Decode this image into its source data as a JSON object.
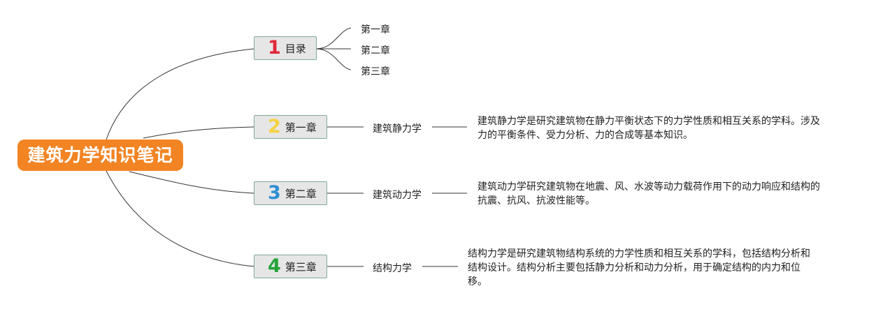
{
  "root": {
    "title": "建筑力学知识笔记",
    "color": "#f28424"
  },
  "branches": [
    {
      "number": "1",
      "number_color": "#e0283c",
      "label": "目录",
      "children": [
        "第一章",
        "第二章",
        "第三章"
      ]
    },
    {
      "number": "2",
      "number_color": "#f5d23f",
      "label": "第一章",
      "topic": "建筑静力学",
      "description": "建筑静力学是研究建筑物在静力平衡状态下的力学性质和相互关系的学科。涉及力的平衡条件、受力分析、力的合成等基本知识。"
    },
    {
      "number": "3",
      "number_color": "#2d8fd6",
      "label": "第二章",
      "topic": "建筑动力学",
      "description": "建筑动力学研究建筑物在地震、风、水波等动力载荷作用下的动力响应和结构的抗震、抗风、抗波性能等。"
    },
    {
      "number": "4",
      "number_color": "#25a33b",
      "label": "第三章",
      "topic": "结构力学",
      "description": "结构力学是研究建筑物结构系统的力学性质和相互关系的学科，包括结构分析和结构设计。结构分析主要包括静力分析和动力分析，用于确定结构的内力和位移。"
    }
  ]
}
